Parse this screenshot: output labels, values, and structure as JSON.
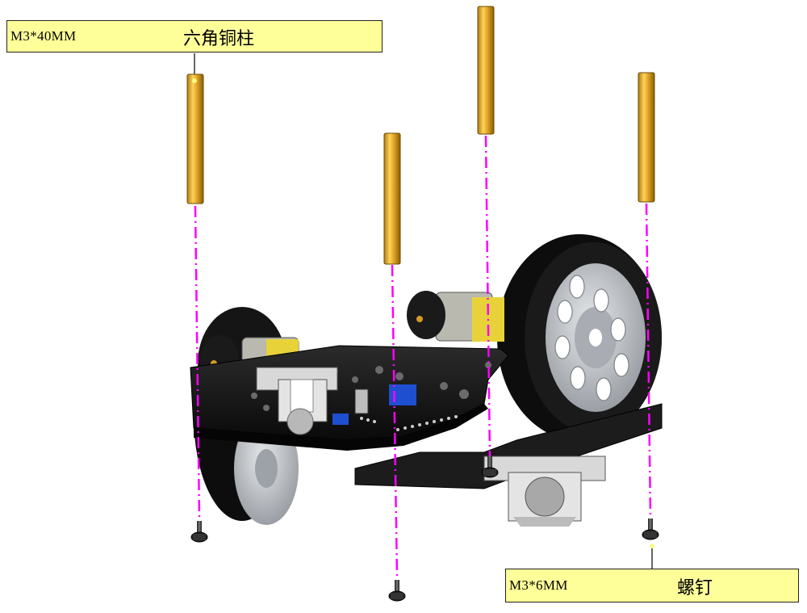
{
  "callouts": {
    "standoff": {
      "code": "M3*40MM",
      "name": "六角铜柱"
    },
    "screw": {
      "code": "M3*6MM",
      "name": "螺钉"
    }
  },
  "colors": {
    "leader_line": "#ff00ff",
    "callout_fill": "#ffff99",
    "brass": "#e0a526",
    "chassis": "#1a1a1a",
    "tire": "#0d0d0d",
    "rim": "#b8bcc2"
  }
}
